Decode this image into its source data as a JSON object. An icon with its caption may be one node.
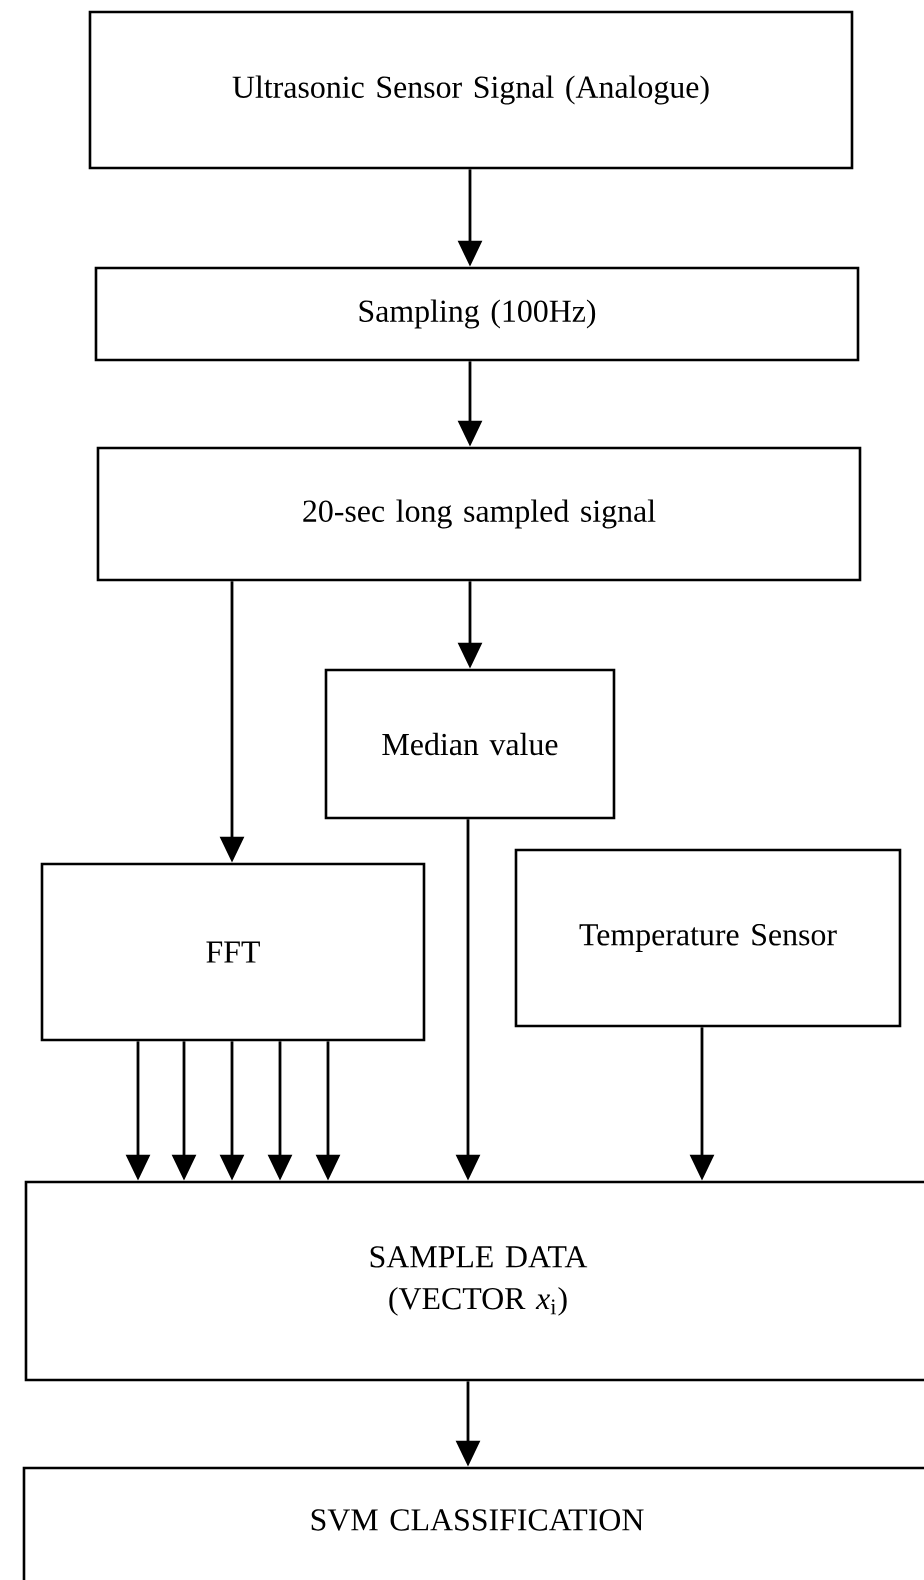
{
  "diagram": {
    "nodes": [
      {
        "text": [
          "Ultrasonic Sensor Signal (Analogue)"
        ]
      },
      {
        "text": [
          "Sampling (100Hz)"
        ]
      },
      {
        "text": [
          "20-sec long sampled signal"
        ]
      },
      {
        "text": [
          "Median value"
        ]
      },
      {
        "text": [
          "FFT"
        ]
      },
      {
        "text": [
          "Temperature Sensor"
        ]
      },
      {
        "text": [
          "SAMPLE DATA (VECTOR *x*$_{i}$)"
        ]
      },
      {
        "text": [
          "SVM CLASSIFICATION"
        ]
      }
    ],
    "edges": [
      {
        "from": 0,
        "to": 1,
        "arrow": "to"
      },
      {
        "from": 1,
        "to": 2,
        "arrow": "to"
      },
      {
        "from": 2,
        "to": 4,
        "arrow": "to"
      },
      {
        "from": 2,
        "to": 3,
        "arrow": "to"
      },
      {
        "from": 4,
        "to": 6,
        "arrow": "to"
      },
      {
        "from": 4,
        "to": 6,
        "arrow": "to"
      },
      {
        "from": 4,
        "to": 6,
        "arrow": "to"
      },
      {
        "from": 4,
        "to": 6,
        "arrow": "to"
      },
      {
        "from": 4,
        "to": 6,
        "arrow": "to"
      },
      {
        "from": 3,
        "to": 6,
        "arrow": "to"
      },
      {
        "from": 5,
        "to": 6,
        "arrow": "to"
      },
      {
        "from": 6,
        "to": 7,
        "arrow": "to"
      }
    ]
  }
}
